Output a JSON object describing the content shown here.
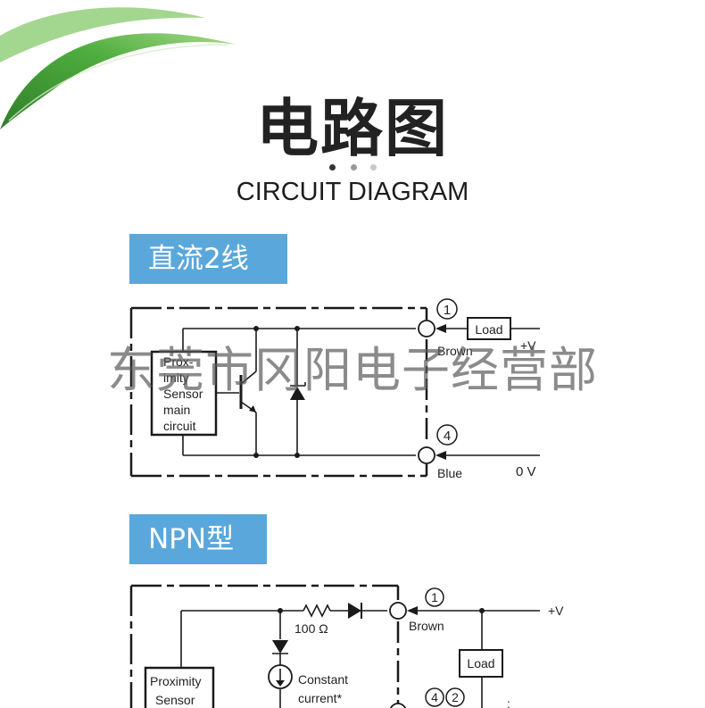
{
  "header": {
    "title_cn": "电路图",
    "title_en": "CIRCUIT DIAGRAM"
  },
  "sections": [
    {
      "tag": "直流2线",
      "labels": {
        "pin_top": "1",
        "pin_bottom": "4",
        "load": "Load",
        "plus_v": "+V",
        "brown": "Brown",
        "blue": "Blue",
        "zero_v": "0 V",
        "main_circuit": [
          "Prox-",
          "imity",
          "Sensor",
          "main",
          "circuit"
        ]
      }
    },
    {
      "tag": "NPN型",
      "labels": {
        "pin_top": "1",
        "pin_mid": "4",
        "pin_mid2": "2",
        "brown": "Brown",
        "plus_v": "+V",
        "resistor": "100 Ω",
        "constant_current": [
          "Constant",
          "current*"
        ],
        "load": "Load",
        "main_circuit": [
          "Proximity",
          "Sensor"
        ]
      }
    }
  ],
  "watermark": "东莞市冈阳电子经营部",
  "colors": {
    "tag_bg": "#5aa7dc",
    "leaf": "#3f9a3a",
    "line": "#1a1a1a"
  }
}
